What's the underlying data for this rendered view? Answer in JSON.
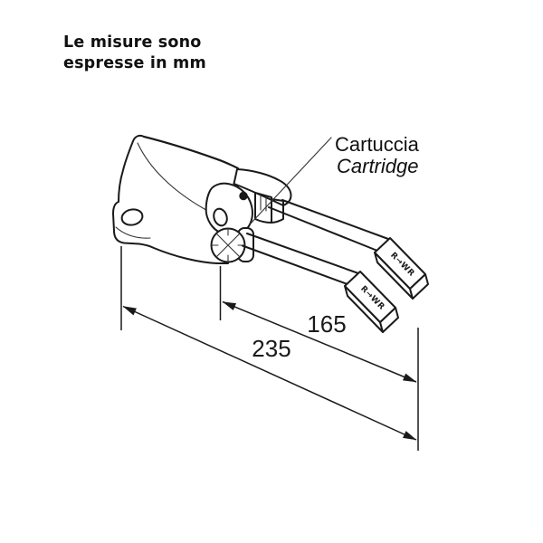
{
  "note": {
    "line1": "Le misure sono",
    "line2": "espresse in mm"
  },
  "callout": {
    "title": "Cartuccia",
    "subtitle": "Cartridge"
  },
  "dimensions": {
    "unit": "mm",
    "inner": {
      "value": "165"
    },
    "outer": {
      "value": "235"
    }
  },
  "pedals": {
    "upper": {
      "marking": "R→WR"
    },
    "lower": {
      "marking": "R→WR"
    }
  },
  "colors": {
    "line": "#1a1a1a",
    "text": "#111111",
    "background": "#ffffff"
  }
}
